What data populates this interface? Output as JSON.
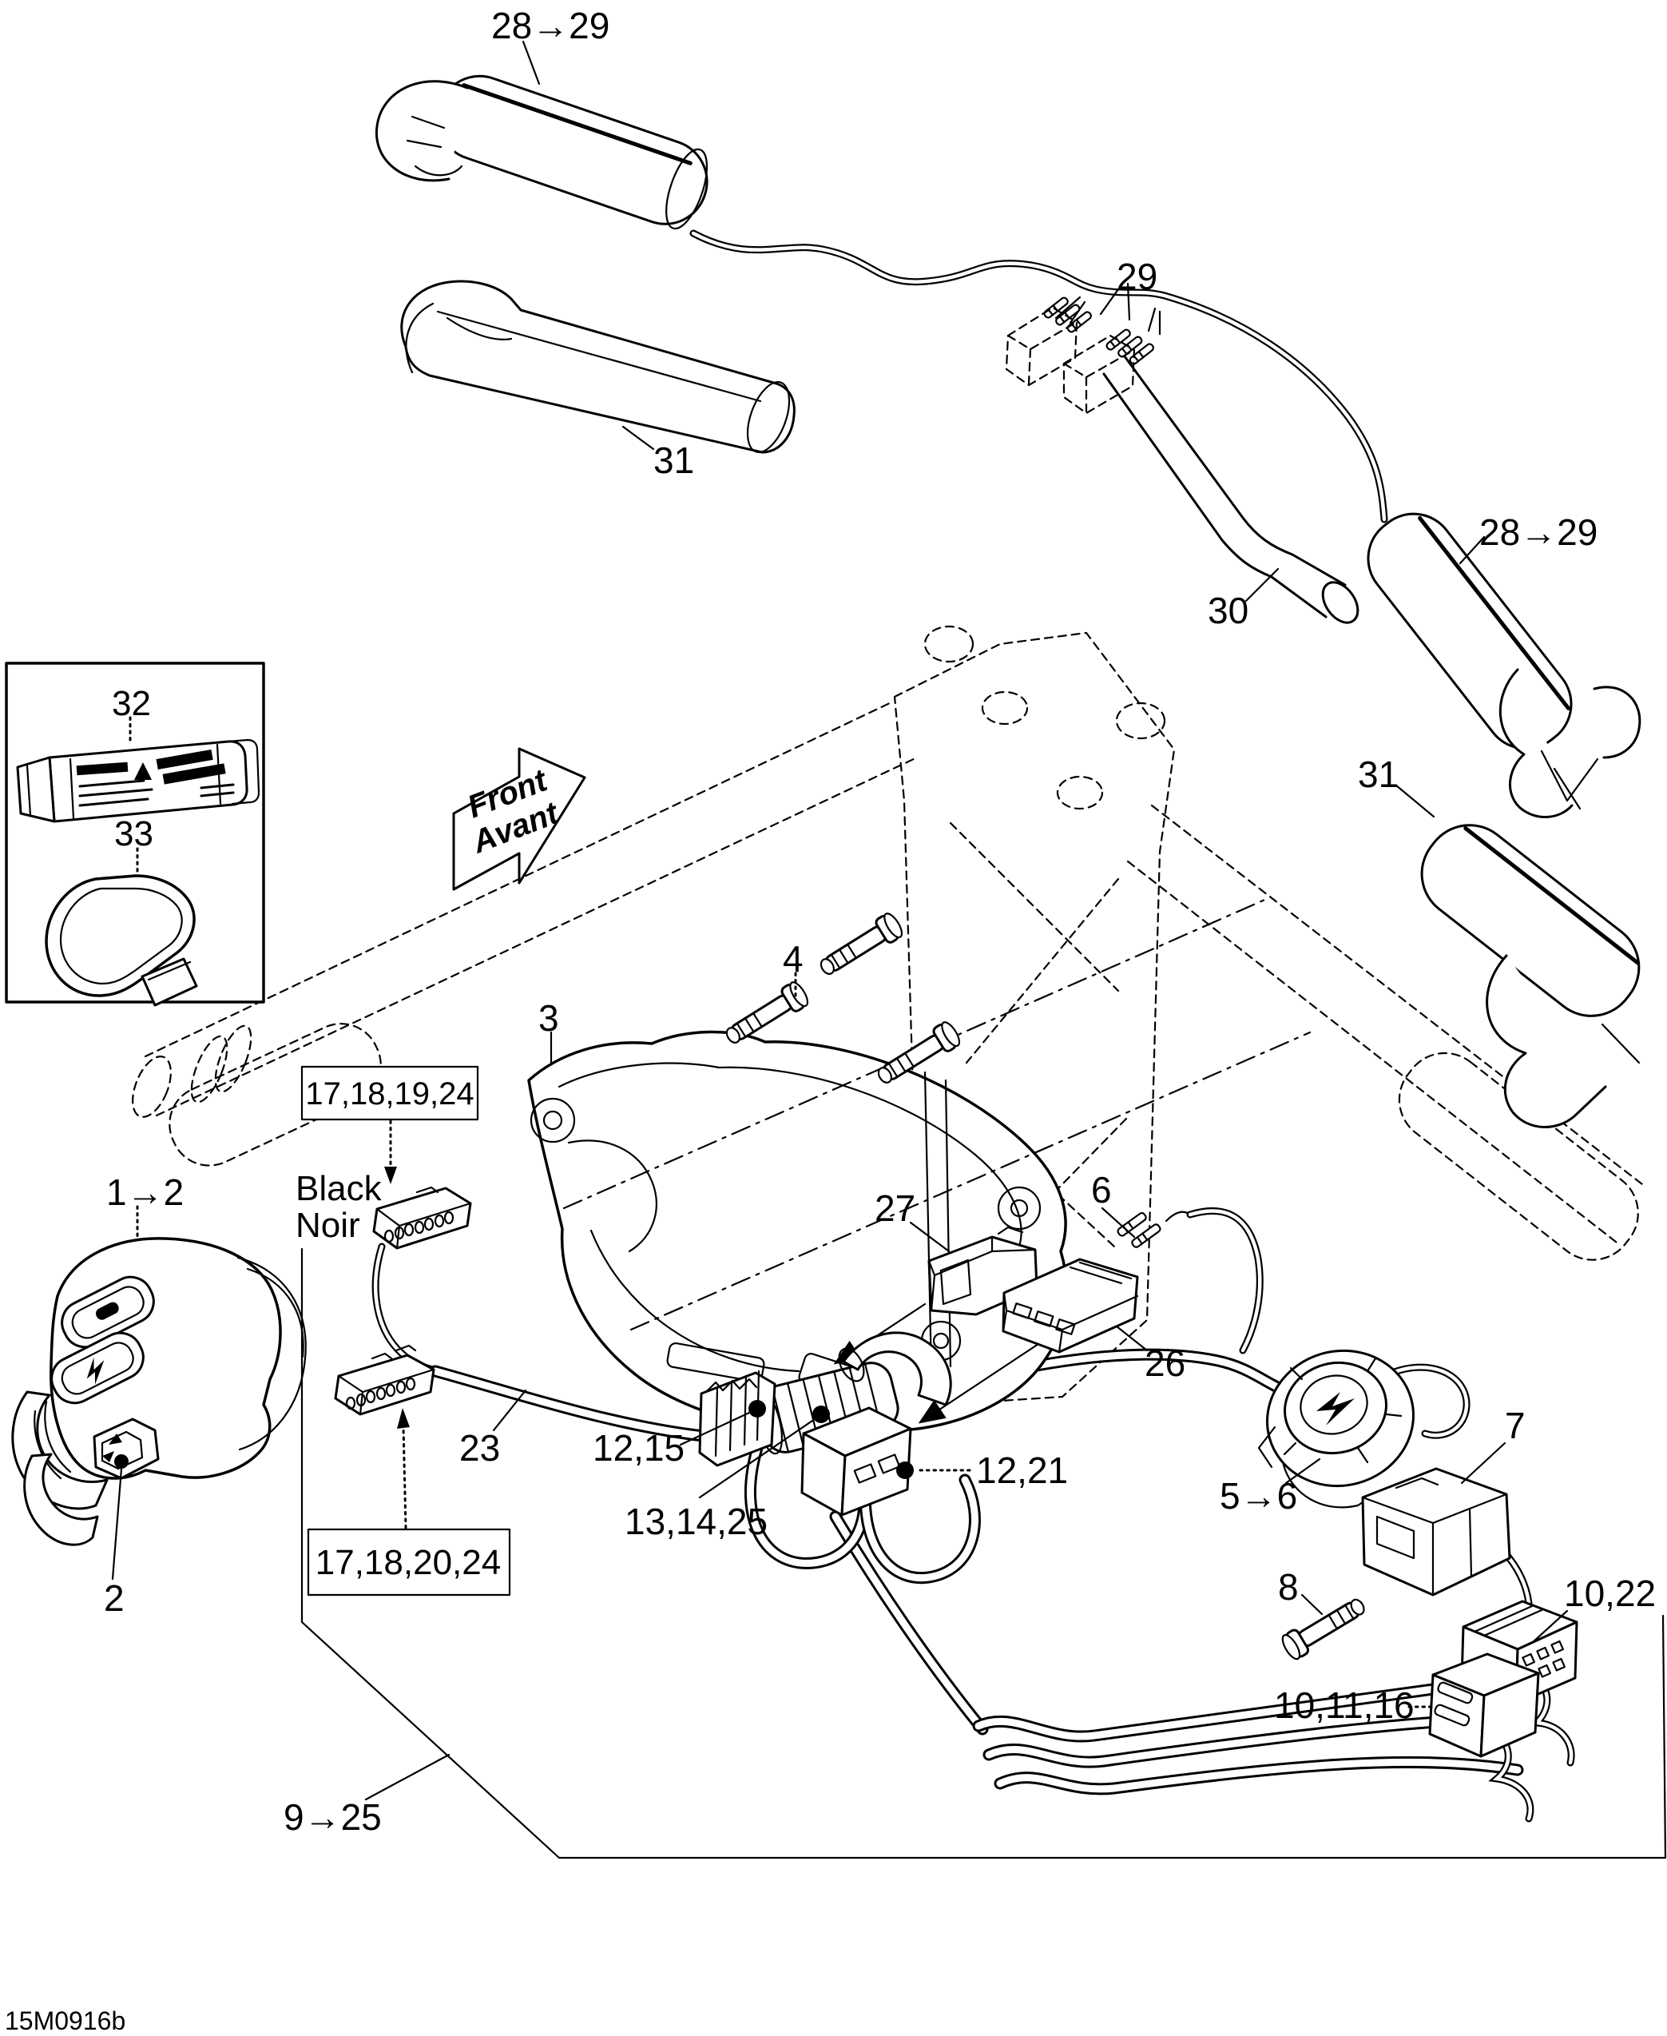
{
  "diagram": {
    "drawing_code": "15M0916b",
    "front_arrow": {
      "en": "Front",
      "fr": "Avant"
    },
    "wire_color": {
      "en": "Black",
      "fr": "Noir"
    },
    "callouts": {
      "grip_heater_top": "28→29",
      "heater_terminals": "29",
      "grip_cover_left": "31",
      "tube": "30",
      "grip_heater_right": "28→29",
      "foam_sleeve_right": "31",
      "lubricant_tube": "32",
      "cap": "33",
      "housing": "3",
      "housing_screws": "4",
      "connector_box_upper": "17,18,19,24",
      "connector_box_lower": "17,18,20,24",
      "switch_assembly": "1→2",
      "switch_button": "2",
      "harness": "23",
      "holder_left": "12,15",
      "holder_center": "13,14,25",
      "connector_center": "12,21",
      "connector_male": "27",
      "connector_female": "26",
      "terminals": "6",
      "switch_round": "5→6",
      "connector_switch": "7",
      "screw_rear": "8",
      "module_upper": "10,22",
      "module_lower": "10,11,16",
      "main_harness": "9→25"
    }
  }
}
